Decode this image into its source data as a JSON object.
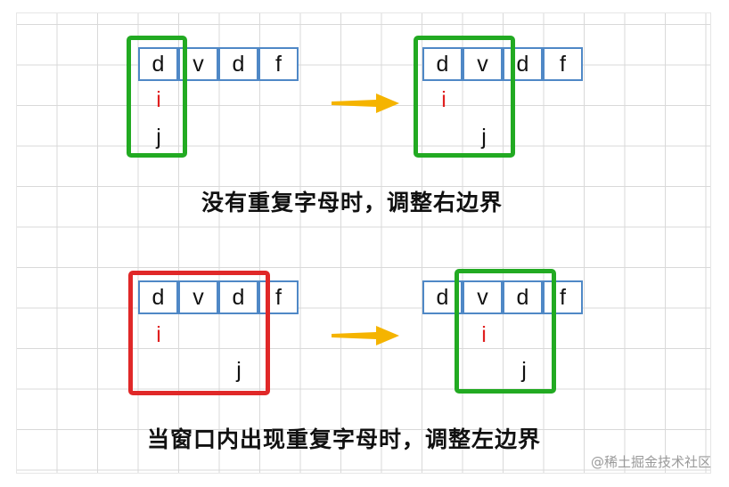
{
  "top_caption": "没有重复字母时，调整右边界",
  "bottom_caption": "当窗口内出现重复字母时，调整左边界",
  "watermark": "@稀土掘金技术社区",
  "pointers": {
    "i": "i",
    "j": "j"
  },
  "colors": {
    "cell_border": "#4f88c6",
    "window_ok": "#22aa22",
    "window_dup": "#e02828",
    "pointer_i": "#e02020",
    "arrow": "#f5b400"
  },
  "panels": [
    {
      "id": "top-left",
      "letters": [
        "d",
        "v",
        "d",
        "f"
      ],
      "window_color": "green",
      "window_cells": "0-0"
    },
    {
      "id": "top-right",
      "letters": [
        "d",
        "v",
        "d",
        "f"
      ],
      "window_color": "green",
      "window_cells": "0-1"
    },
    {
      "id": "bottom-left",
      "letters": [
        "d",
        "v",
        "d",
        "f"
      ],
      "window_color": "red",
      "window_cells": "0-2"
    },
    {
      "id": "bottom-right",
      "letters": [
        "d",
        "v",
        "d",
        "f"
      ],
      "window_color": "green",
      "window_cells": "1-2"
    }
  ]
}
